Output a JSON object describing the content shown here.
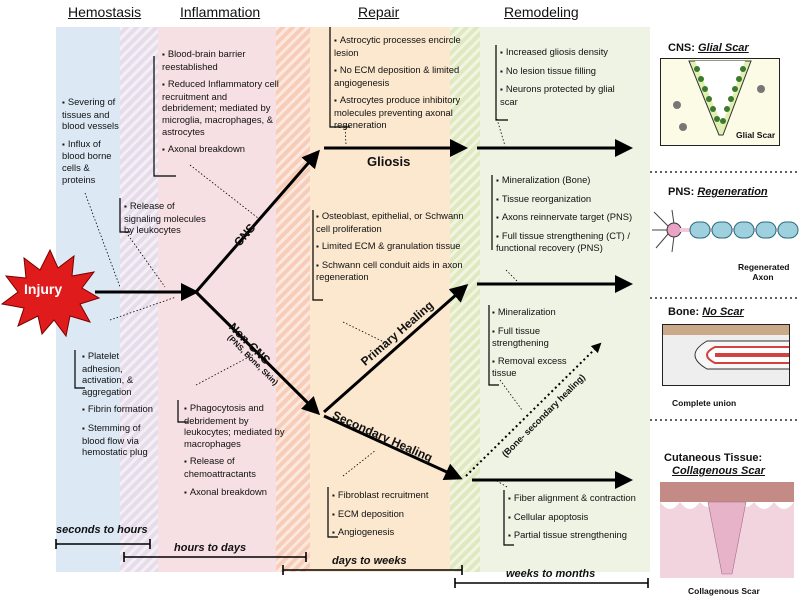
{
  "phases": {
    "hemostasis": "Hemostasis",
    "inflammation": "Inflammation",
    "repair": "Repair",
    "remodeling": "Remodeling"
  },
  "injury": "Injury",
  "hemostasis_top": [
    "Severing of tissues and blood vessels",
    "Influx of blood borne cells & proteins"
  ],
  "hemostasis_bottom": [
    "Platelet adhesion, activation, & aggregation",
    "Fibrin formation",
    "Stemming of blood flow via hemostatic plug"
  ],
  "inflammation_top": [
    "Blood-brain barrier reestablished",
    "Reduced Inflammatory cell recruitment and debridement; mediated by microglia, macrophages, & astrocytes",
    "Axonal breakdown"
  ],
  "inflammation_mid": [
    "Release of signaling molecules by leukocytes"
  ],
  "inflammation_bottom": [
    "Phagocytosis and debridement by leukocytes; mediated by macrophages",
    "Release of chemoattractants",
    "Axonal breakdown"
  ],
  "repair_top": [
    "Astrocytic processes encircle lesion",
    "No ECM deposition & limited angiogenesis",
    "Astrocytes produce inhibitory molecules preventing axonal regeneration"
  ],
  "repair_mid": [
    "Osteoblast, epithelial, or Schwann cell proliferation",
    "Limited ECM & granulation tissue",
    "Schwann cell conduit aids in axon regeneration"
  ],
  "repair_bottom": [
    "Fibroblast recruitment",
    "ECM deposition",
    "Angiogenesis"
  ],
  "remodel_1": [
    "Increased gliosis density",
    "No lesion tissue filling",
    "Neurons protected by glial scar"
  ],
  "remodel_2": [
    "Mineralization (Bone)",
    "Tissue reorganization",
    "Axons reinnervate target (PNS)",
    "Full tissue strengthening (CT) / functional recovery (PNS)"
  ],
  "remodel_3": [
    "Mineralization",
    "Full tissue strengthening",
    "Removal excess tissue"
  ],
  "remodel_4": [
    "Fiber alignment & contraction",
    "Cellular apoptosis",
    "Partial tissue strengthening"
  ],
  "paths": {
    "cns": "CNS",
    "non_cns": "Non-CNS",
    "non_cns_sub": "(PNS, Bone, Skin)",
    "gliosis": "Gliosis",
    "primary": "Primary Healing",
    "secondary": "Secondary Healing",
    "bone_secondary": "(Bone- secondary healing)"
  },
  "outcomes": {
    "cns_prefix": "CNS: ",
    "cns_title": "Glial Scar",
    "cns_label": "Glial Scar",
    "pns_prefix": "PNS: ",
    "pns_title": "Regeneration",
    "pns_label": "Regenerated Axon",
    "bone_prefix": "Bone: ",
    "bone_title": "No Scar",
    "bone_label": "Complete union",
    "skin_title": "Cutaneous Tissue:",
    "skin_sub": "Collagenous Scar",
    "skin_label": "Collagenous Scar"
  },
  "timeline": {
    "t1": "seconds to hours",
    "t2": "hours to days",
    "t3": "days to weeks",
    "t4": "weeks to months"
  },
  "colors": {
    "hemostasis": "#dce9f5",
    "inflammation": "#f7e0e3",
    "repair": "#fbe8cf",
    "remodeling": "#eef3e3",
    "injury": "#e01b1b"
  }
}
